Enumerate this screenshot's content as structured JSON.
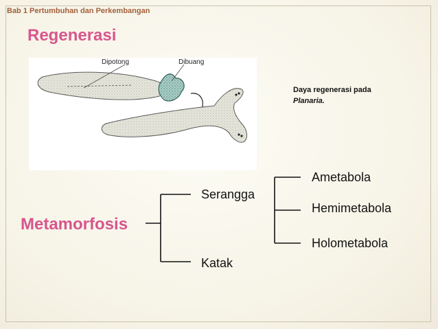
{
  "header": {
    "chapter_title": "Bab 1 Pertumbuhan dan Perkembangan"
  },
  "regenerasi": {
    "title": "Regenerasi",
    "label_cut": "Dipotong",
    "label_discard": "Dibuang",
    "caption_line1": "Daya regenerasi pada",
    "caption_line2": "Planaria."
  },
  "metamorfosis": {
    "title": "Metamorfosis",
    "branch_serangga": "Serangga",
    "branch_katak": "Katak",
    "sub_ametabola": "Ametabola",
    "sub_hemimetabola": "Hemimetabola",
    "sub_holometabola": "Holometabola"
  },
  "colors": {
    "accent_pink": "#d7568d",
    "header_brown": "#a3603b",
    "planaria_body": "#e6e6dc",
    "planaria_head": "#a9cfc7"
  }
}
